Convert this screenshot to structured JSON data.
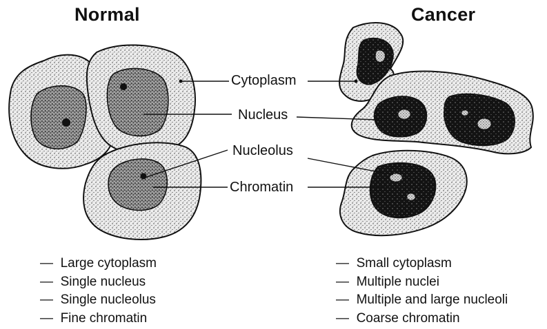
{
  "headings": {
    "normal": "Normal",
    "cancer": "Cancer"
  },
  "callouts": {
    "cytoplasm": "Cytoplasm",
    "nucleus": "Nucleus",
    "nucleolus": "Nucleolus",
    "chromatin": "Chromatin"
  },
  "normal_traits": [
    "Large cytoplasm",
    "Single nucleus",
    "Single nucleolus",
    "Fine chromatin"
  ],
  "cancer_traits": [
    "Small cytoplasm",
    "Multiple nuclei",
    "Multiple and large nucleoli",
    "Coarse chromatin"
  ],
  "colors": {
    "ink": "#111111",
    "cytoplasm_fill": "#e9e9e9",
    "normal_nucleus_fill": "#8a8a8a",
    "cancer_nucleus_fill": "#161616",
    "background": "#ffffff"
  }
}
